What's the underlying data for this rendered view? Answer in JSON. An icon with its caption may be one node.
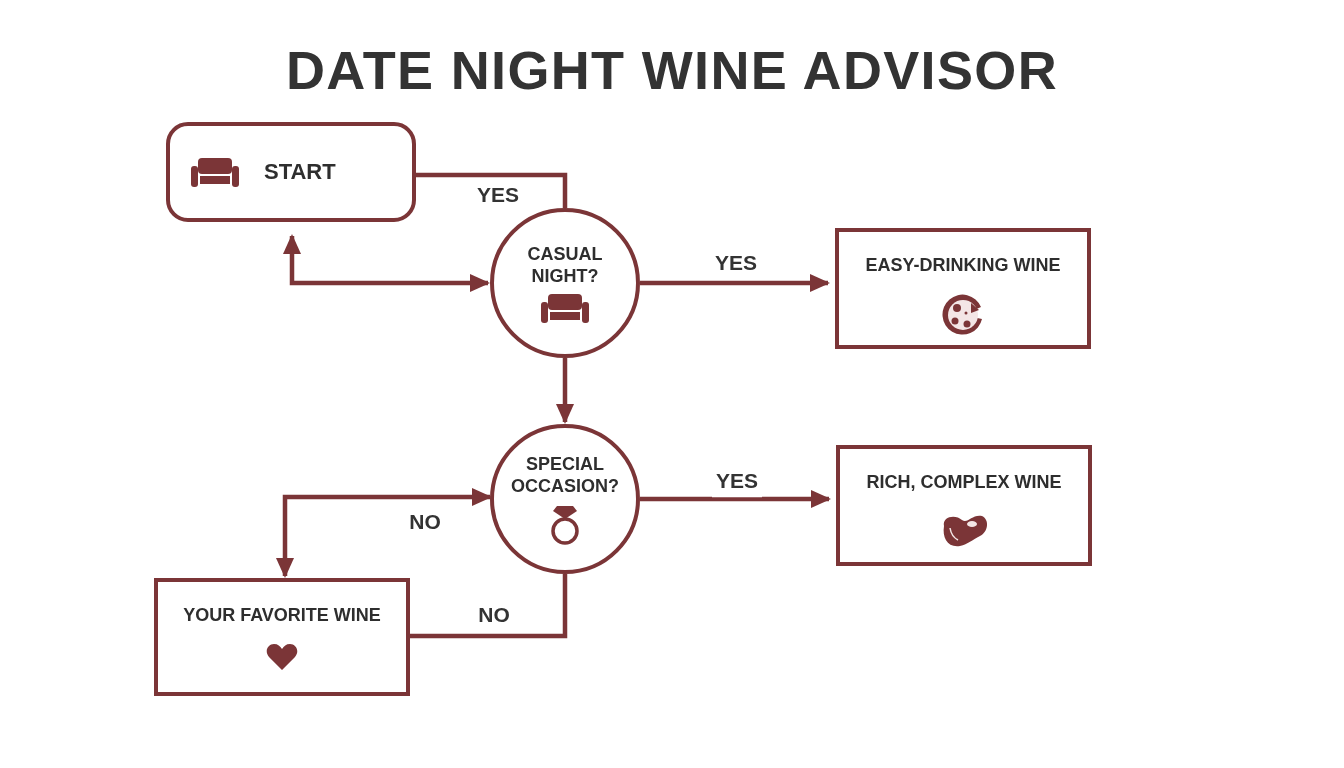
{
  "diagram": {
    "title": "DATE NIGHT WINE ADVISOR",
    "nodes": [
      {
        "text": [
          "START"
        ]
      },
      {
        "text": [
          "CASUAL NIGHT?"
        ]
      },
      {
        "text": [
          "EASY-DRINKING WINE"
        ]
      },
      {
        "text": [
          "SPECIAL OCCASION?"
        ]
      },
      {
        "text": [
          "RICH, COMPLEX WINE"
        ]
      },
      {
        "text": [
          "YOUR FAVORITE WINE"
        ]
      }
    ],
    "edges": [
      {
        "from": 0,
        "to": 1,
        "arrow": "none",
        "label": "YES"
      },
      {
        "from": 0,
        "to": 1,
        "arrow": "both"
      },
      {
        "from": 1,
        "to": 2,
        "arrow": "to",
        "label": "YES"
      },
      {
        "from": 1,
        "to": 3,
        "arrow": "to"
      },
      {
        "from": 3,
        "to": 4,
        "arrow": "to",
        "label": "YES"
      },
      {
        "from": 3,
        "to": 5,
        "arrow": "both",
        "label": "NO"
      },
      {
        "from": 5,
        "to": 3,
        "arrow": "none",
        "label": "NO"
      }
    ]
  }
}
